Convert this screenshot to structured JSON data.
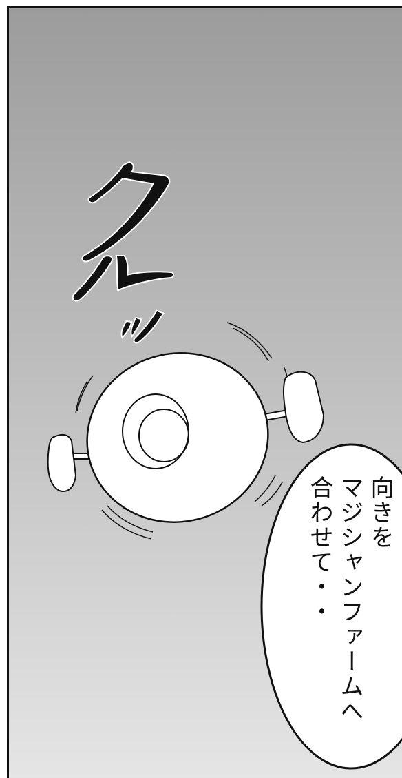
{
  "sfx": {
    "text": "クルッ"
  },
  "speech_bubble": {
    "lines": [
      "向きを",
      "マジシャンファームへ",
      "合わせて・・"
    ]
  },
  "colors": {
    "ink": "#111111",
    "bg_top": "#9c9c9c",
    "bg_bottom": "#e6e6e6",
    "object_fill": "#ffffff"
  }
}
